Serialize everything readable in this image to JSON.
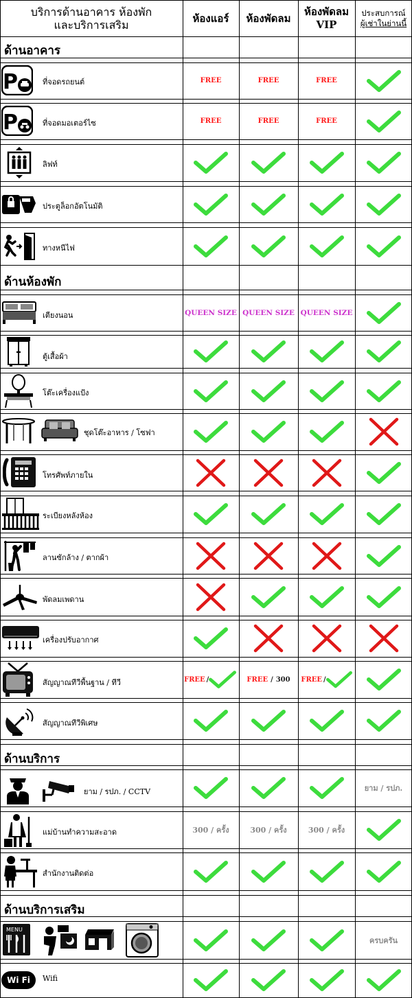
{
  "header": {
    "col0_line1": "บริการด้านอาคาร ห้องพัก",
    "col0_line2": "และบริการเสริม",
    "col1": "ห้องแอร์",
    "col2": "ห้องพัดลม",
    "col3_line1": "ห้องพัดลม",
    "col3_line2": "VIP",
    "col4_line1": "ประสบการณ์",
    "col4_line2": "ผู้เช่าในย่านนี้"
  },
  "sections": {
    "building": "ด้านอาคาร",
    "room": "ด้านห้องพัก",
    "service": "ด้านบริการ",
    "extra": "ด้านบริการเสริม"
  },
  "items": {
    "car_parking": "ที่จอดรถยนต์",
    "moto_parking": "ที่จอดมอเตอร์ไซ",
    "elevator": "ลิฟท์",
    "auto_door": "ประตูล็อกอัตโนมัติ",
    "fire_exit": "ทางหนีไฟ",
    "bed": "เตียงนอน",
    "wardrobe": "ตู้เสื้อผ้า",
    "vanity": "โต๊ะเครื่องแป้ง",
    "dining_sofa": "ชุดโต๊ะอาหาร / โซฟา",
    "phone": "โทรศัพท์ภายใน",
    "balcony": "ระเบียงหลังห้อง",
    "laundry": "ลานซักล้าง / ตากผ้า",
    "fan": "พัดลมเพดาน",
    "aircon": "เครื่องปรับอากาศ",
    "tv_basic": "สัญญาณทีวีพื้นฐาน / ทีวี",
    "tv_special": "สัญญาณทีวีพิเศษ",
    "security": "ยาม / รปภ. / CCTV",
    "housekeeping": "แม่บ้านทำความสะอาด",
    "office": "สำนักงานติดต่อ",
    "wifi": "Wifi"
  },
  "values": {
    "free": "FREE",
    "queen": "QUEEN SIZE",
    "price_300": "300",
    "slash": "/",
    "per_time": "300 / ครั้ง",
    "guard": "ยาม / รปภ.",
    "complete": "ครบครัน",
    "menu_text": "MENU",
    "wifi_logo": "Wi Fi"
  },
  "colors": {
    "check": "#3ddc3d",
    "cross": "#e01818",
    "free": "#ff1a1a",
    "queen": "#cc33cc",
    "grey_text": "#8a8a8a"
  }
}
